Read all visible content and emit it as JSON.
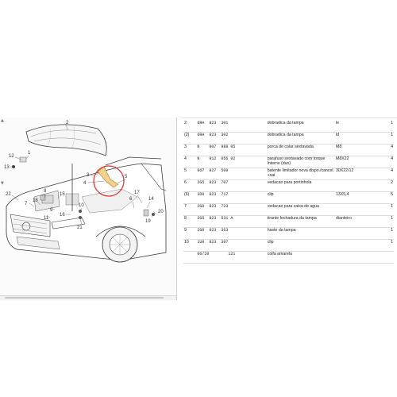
{
  "diagram": {
    "callouts": [
      "2",
      "12",
      "13",
      "1",
      "3",
      "4",
      "5",
      "22",
      "8",
      "18",
      "15",
      "7",
      "16",
      "9",
      "11",
      "21",
      "10",
      "6",
      "17",
      "14",
      "19",
      "20"
    ]
  },
  "table": {
    "rows": [
      {
        "pos": "2",
        "pn": "6RA  823  301",
        "desc": "dobradica da tampa",
        "rem": "le",
        "qty": "1"
      },
      {
        "pos": "(2)",
        "pn": "6RA  823  302",
        "desc": "dobradica da tampa",
        "rem": "ld",
        "qty": "1"
      },
      {
        "pos": "3",
        "pn": "N    907  988 05",
        "desc": "porca de colar sextavada",
        "rem": "M8",
        "qty": "4"
      },
      {
        "pos": "4",
        "pn": "N    912  056 02",
        "desc": "parafuso sextavado com torque interno (duo)",
        "rem": "M8X22",
        "qty": "4"
      },
      {
        "pos": "5",
        "pn": "867  827  509",
        "desc": "batente limitador nova dispo./cancel. +sal",
        "rem": "30X22/12",
        "qty": "4"
      },
      {
        "pos": "6",
        "pn": "2G5  823  707",
        "desc": "vedacao para portinhola",
        "rem": "",
        "qty": "2"
      },
      {
        "pos": "(6)",
        "pn": "3D0  823  717",
        "desc": "clip",
        "rem": "13X5,4",
        "qty": "5"
      },
      {
        "pos": "7",
        "pn": "2G0  823  723",
        "desc": "vedacao para caixa de agua",
        "rem": "",
        "qty": "1"
      },
      {
        "pos": "8",
        "pn": "2G5  823  531 A",
        "desc": "tirante fechadura da tampa",
        "rem": "dianteiro",
        "qty": "1"
      },
      {
        "pos": "9",
        "pn": "2G0  823  363",
        "desc": "haste da tampa",
        "rem": "",
        "qty": "1"
      },
      {
        "pos": "10",
        "pn": "1U0  823  397",
        "desc": "clip",
        "rem": "",
        "qty": "1"
      },
      {
        "pos": "",
        "pn": "06/20        121",
        "desc": "coifa amarela",
        "rem": "",
        "qty": ""
      }
    ]
  },
  "colors": {
    "highlight": "#d93a3a",
    "strut": "#e3a43a",
    "line": "#3a3a3a"
  }
}
